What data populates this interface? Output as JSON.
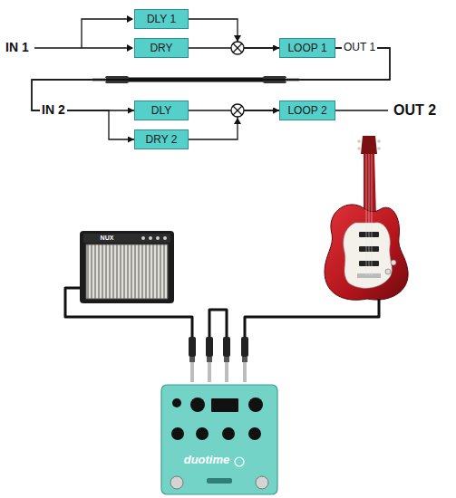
{
  "diagram": {
    "nodes": [
      {
        "text": [
          "DLY 1"
        ]
      },
      {
        "text": [
          "DRY"
        ]
      },
      {
        "text": [
          "LOOP 1"
        ]
      },
      {
        "text": [
          "DLY"
        ]
      },
      {
        "text": [
          "DRY 2"
        ]
      },
      {
        "text": [
          "LOOP 2"
        ]
      }
    ],
    "edges": [
      {
        "from": 0,
        "to": 2,
        "arrow": "to"
      },
      {
        "from": 1,
        "to": 2,
        "arrow": "to"
      },
      {
        "from": 2,
        "to": 3,
        "arrow": "to"
      },
      {
        "from": 2,
        "to": 4,
        "arrow": "to"
      },
      {
        "from": 3,
        "to": 5,
        "arrow": "to"
      },
      {
        "from": 4,
        "to": 5,
        "arrow": "to"
      }
    ],
    "labels": [
      "IN 1",
      "OUT 1",
      "IN 2",
      "OUT 2",
      "NUX",
      "duotime"
    ]
  }
}
